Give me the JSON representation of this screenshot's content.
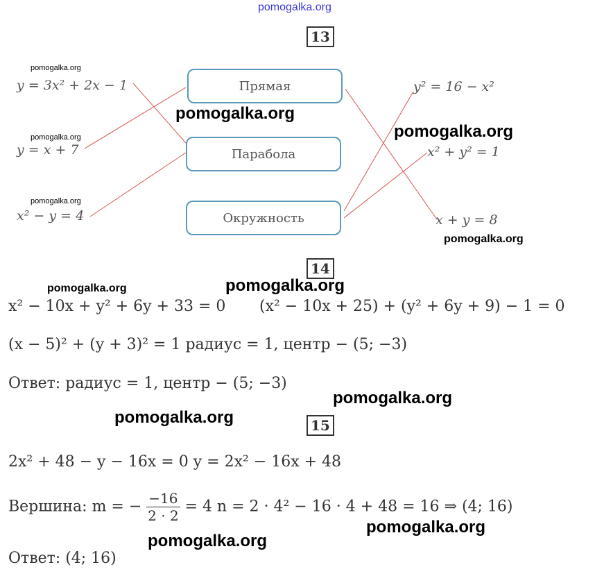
{
  "watermark": "pomogalka.org",
  "task13": {
    "number": "13",
    "left_equations": [
      "y = 3x² + 2x − 1",
      "y = x + 7",
      "x² − y = 4"
    ],
    "categories": [
      "Прямая",
      "Парабола",
      "Окружность"
    ],
    "right_equations": [
      "y² = 16 − x²",
      "x² + y² = 1",
      "x + y = 8"
    ],
    "arrow_color": "#d9534f"
  },
  "task14": {
    "number": "14",
    "line1a": "x² − 10x + y² + 6y + 33 = 0",
    "line1b": "(x² − 10x + 25) + (y² + 6y + 9) − 1 = 0",
    "line2": "(x − 5)² + (y + 3)² = 1   радиус = 1, центр − (5; −3)",
    "answer": "Ответ: радиус = 1, центр − (5; −3)"
  },
  "task15": {
    "number": "15",
    "line1": "2x² + 48 − y − 16x = 0   y = 2x² − 16x + 48",
    "vertex_prefix": "Вершина: m = −",
    "frac_num": "−16",
    "frac_den": "2 · 2",
    "vertex_suffix": "= 4   n = 2 · 4² − 16 · 4 + 48 = 16 ⇒ (4; 16)",
    "answer": "Ответ: (4; 16)"
  }
}
